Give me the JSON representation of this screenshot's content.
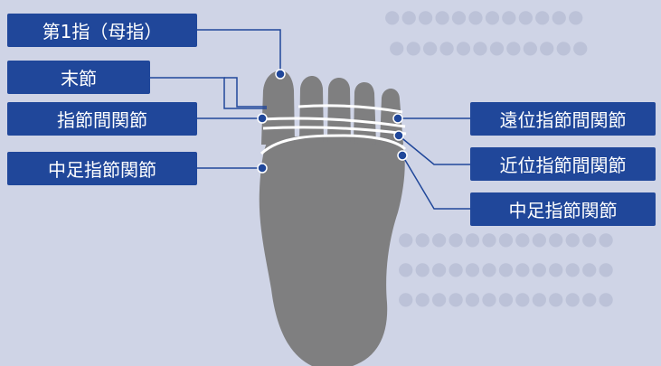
{
  "labels": {
    "left": [
      "第1指（母指）",
      "末節",
      "指節間関節",
      "中足指節関節"
    ],
    "right": [
      "遠位指節間関節",
      "近位指節間関節",
      "中足指節関節"
    ]
  },
  "colors": {
    "label_bg": "#20479a",
    "label_text": "#ffffff",
    "background": "#cfd4e6",
    "foot": "#7f7f80",
    "joint_lines": "#ffffff",
    "leader": "#20479a"
  }
}
